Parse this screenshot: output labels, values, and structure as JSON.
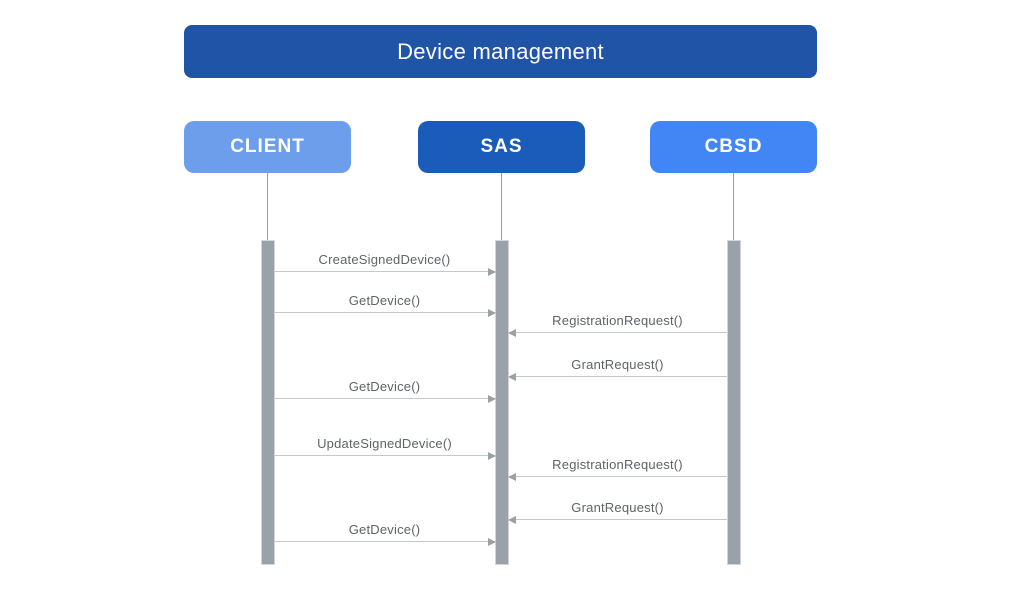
{
  "diagram": {
    "title": "Device management",
    "actors": [
      {
        "id": "client",
        "label": "CLIENT",
        "color": "#6D9EEB"
      },
      {
        "id": "sas",
        "label": "SAS",
        "color": "#1B5CBB"
      },
      {
        "id": "cbsd",
        "label": "CBSD",
        "color": "#4285F4"
      }
    ],
    "messages": [
      {
        "label": "CreateSignedDevice()",
        "from": "client",
        "to": "sas"
      },
      {
        "label": "GetDevice()",
        "from": "client",
        "to": "sas"
      },
      {
        "label": "RegistrationRequest()",
        "from": "cbsd",
        "to": "sas"
      },
      {
        "label": "GrantRequest()",
        "from": "cbsd",
        "to": "sas"
      },
      {
        "label": "GetDevice()",
        "from": "client",
        "to": "sas"
      },
      {
        "label": "UpdateSignedDevice()",
        "from": "client",
        "to": "sas"
      },
      {
        "label": "RegistrationRequest()",
        "from": "cbsd",
        "to": "sas"
      },
      {
        "label": "GrantRequest()",
        "from": "cbsd",
        "to": "sas"
      },
      {
        "label": "GetDevice()",
        "from": "client",
        "to": "sas"
      }
    ],
    "colors": {
      "title_bg": "#1F54A7",
      "title_text": "#FFFFFF",
      "actor_text": "#FFFFFF",
      "lifeline": "#9AA0A6",
      "activation_bar": "#9BA1A8",
      "arrow_line": "#C4C8CC",
      "arrowhead": "#9AA0A6",
      "message_text": "#5F6368",
      "background": "#FFFFFF"
    }
  }
}
